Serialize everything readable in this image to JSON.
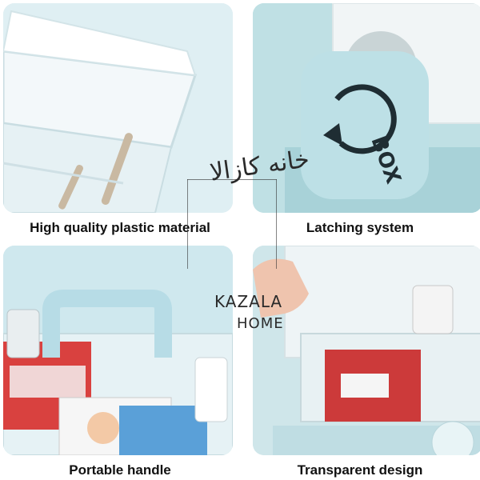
{
  "panels": [
    {
      "caption": "High quality plastic material"
    },
    {
      "caption": "Latching system",
      "box_label": "BOX"
    },
    {
      "caption": "Portable handle"
    },
    {
      "caption": "Transparent design"
    }
  ],
  "watermark": {
    "arabic": "خانه کازالا",
    "brand_line1": "KAZALA",
    "brand_line2": "HOME"
  },
  "colors": {
    "tray": "#e9f2f5",
    "latch": "#bde0e6",
    "handle": "#b7dce6",
    "caption": "#111111"
  }
}
